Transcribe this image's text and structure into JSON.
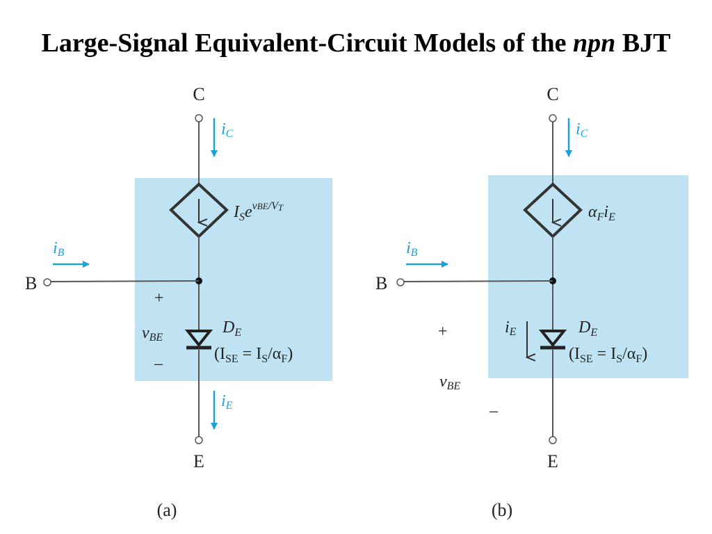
{
  "title": {
    "prefix": "Large-Signal Equivalent-Circuit Models of the ",
    "italic": "npn",
    "suffix": " BJT"
  },
  "colors": {
    "shade": "#bfe3f3",
    "current_arrow": "#1aa3d8",
    "wire": "#555555"
  },
  "terminals": {
    "collector": "C",
    "base": "B",
    "emitter": "E"
  },
  "model_a": {
    "caption": "(a)",
    "source_label": {
      "main": "I",
      "sub": "S",
      "e": "e",
      "exp_v": "v",
      "exp_sub": "BE",
      "exp_slash": "/V",
      "exp_T": "T"
    },
    "diode": {
      "name": "D",
      "name_sub": "E",
      "eq_open": "(I",
      "eq_sub1": "SE",
      "eq_mid": " = I",
      "eq_sub2": "S",
      "eq_alpha": "/α",
      "eq_sub3": "F",
      "eq_close": ")"
    },
    "vbe": {
      "plus": "+",
      "v": "v",
      "v_sub": "BE",
      "minus": "–"
    },
    "currents": {
      "ic": "i",
      "ic_sub": "C",
      "ib": "i",
      "ib_sub": "B",
      "ie": "i",
      "ie_sub": "E"
    }
  },
  "model_b": {
    "caption": "(b)",
    "source_label": {
      "alpha": "α",
      "alpha_sub": "F",
      "i": "i",
      "i_sub": "E"
    },
    "diode": {
      "name": "D",
      "name_sub": "E",
      "eq_open": "(I",
      "eq_sub1": "SE",
      "eq_mid": " = I",
      "eq_sub2": "S",
      "eq_alpha": "/α",
      "eq_sub3": "F",
      "eq_close": ")"
    },
    "vbe": {
      "plus": "+",
      "v": "v",
      "v_sub": "BE",
      "minus": "–"
    },
    "currents": {
      "ic": "i",
      "ic_sub": "C",
      "ib": "i",
      "ib_sub": "B",
      "ie": "i",
      "ie_sub": "E"
    }
  }
}
